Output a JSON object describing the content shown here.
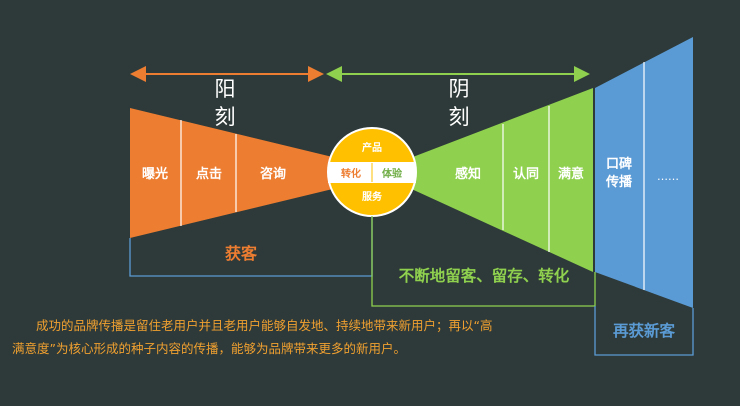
{
  "top_left_label": [
    "阳",
    "刻"
  ],
  "top_right_label": [
    "阴",
    "刻"
  ],
  "left_funnel": {
    "segments": [
      "曝光",
      "点击",
      "咨询"
    ],
    "bottom_label": "获客"
  },
  "center_circle": {
    "top": "产品",
    "middle_left": "转化",
    "middle_right": "体验",
    "bottom": "服务"
  },
  "right_funnel": {
    "segments": [
      "感知",
      "认同",
      "满意"
    ],
    "bottom_label": "不断地留客、留存、转化"
  },
  "expansion": {
    "segment_lines": [
      "口碑",
      "传播"
    ],
    "ellipsis": "……",
    "bottom_label": "再获新客"
  },
  "caption": {
    "line1": "成功的品牌传播是留住老用户并且老用户能够自发地、持续地带来新用户；再以“高",
    "line2": "满意度”为核心形成的种子内容的传播，能够为品牌带来更多的新用户。"
  },
  "colors": {
    "background": "#2e3a39",
    "orange": "#ed7d31",
    "green": "#8fd14f",
    "blue": "#5b9bd5",
    "gold": "#ffc000",
    "caption": "#f0a030"
  }
}
